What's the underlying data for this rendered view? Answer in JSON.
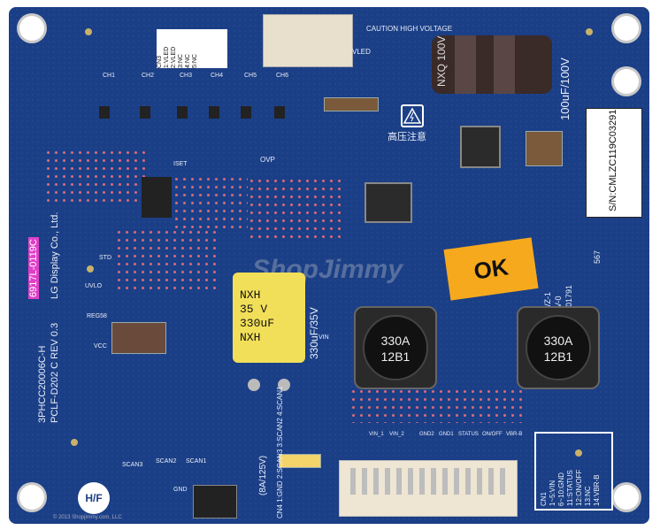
{
  "board": {
    "part_number": "6917L-0119C",
    "model_line1": "3PHCC20006C-H",
    "model_line2": "PCLF-D202 C REV 0.3",
    "maker": "LG Display Co., Ltd.",
    "watermark": "ShopJimmy"
  },
  "labels": {
    "caution": "CAUTION HIGH VOLTAGE",
    "high_voltage_cn": "高压注意",
    "vled": "VLED",
    "ovp": "OVP",
    "iset": "ISET",
    "cap_rating_big": "100uF/100V",
    "cap_rating_yellow": "330uF/35V",
    "vin": "VIN",
    "vcc": "VCC",
    "uvlo": "UVLO",
    "std": "STD",
    "reg58": "REG58",
    "fuse": "(8A/125V)",
    "gnd": "GND",
    "scan3": "SCAN3",
    "scan2": "SCAN2",
    "scan1": "SCAN1",
    "hf": "H/F",
    "copyright": "© 2013 Shopjimmy.com, LLC",
    "ok_sticker": "OK",
    "compliance_line1": "SWZ-1",
    "compliance_line2": "94V-0",
    "compliance_line3": "E301791",
    "date_code": "567"
  },
  "channels": [
    "CH1",
    "CH2",
    "CH3",
    "CH4",
    "CH5",
    "CH6"
  ],
  "inductors": [
    {
      "line1": "330A",
      "line2": "12B1"
    },
    {
      "line1": "330A",
      "line2": "12B1"
    }
  ],
  "big_cap": {
    "text": "NXQ 100V"
  },
  "yellow_cap": {
    "line1": "NXH",
    "line2": "35 V",
    "line3": "330uF",
    "line4": "NXH"
  },
  "serial_label": "S/N:CMLZC119C03291",
  "cn3_pins": [
    "CN3",
    "1:VLED",
    "2:VLED",
    "3:NC",
    "4:NC",
    "5:NC"
  ],
  "cn4_pins": [
    "CN4",
    "1:GND",
    "2:SCAN3",
    "3:SCAN2",
    "4:SCAN1"
  ],
  "cn1_pins": [
    "CN1",
    "1~5:VIN",
    "6~10:GND",
    "11:STATUS",
    "12:ON/OFF",
    "13:NC",
    "14:VBR-B"
  ],
  "connector_pins": [
    "VIN_1",
    "VIN_2",
    "GND2",
    "GND1",
    "STATUS",
    "ON/OFF",
    "VBR-B"
  ]
}
